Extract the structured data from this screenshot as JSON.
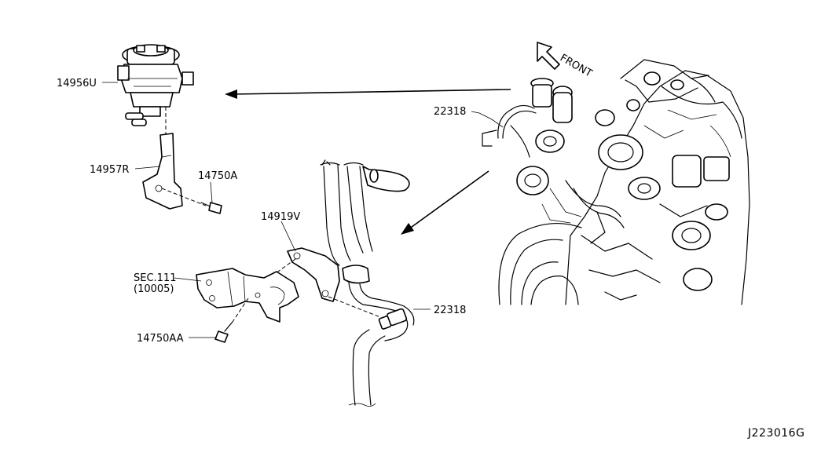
{
  "labels": {
    "valve_part": "14956U",
    "bracket_part": "14957R",
    "bolt_part": "14750A",
    "support_part": "14919V",
    "sec_ref": "SEC.111",
    "sec_sub": "(10005)",
    "bolt2_part": "14750AA",
    "hose_upper": "22318",
    "hose_lower": "22318",
    "front": "FRONT",
    "diagram_code": "J223016G"
  }
}
